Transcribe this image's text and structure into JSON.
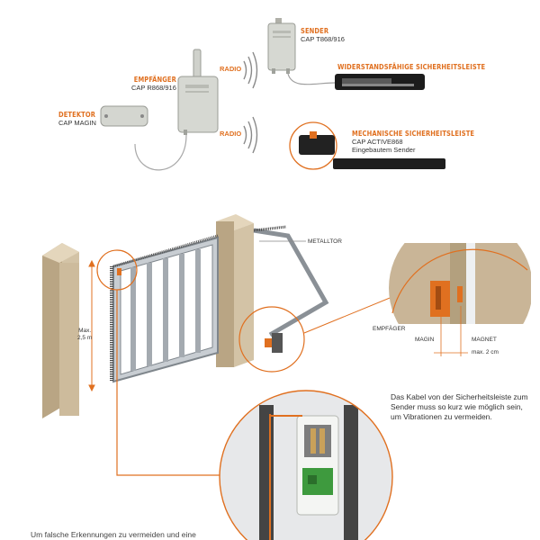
{
  "devices": {
    "sender": {
      "title": "SENDER",
      "model": "CAP T868/916"
    },
    "receiver": {
      "title": "EMPFÄNGER",
      "model": "CAP R868/916"
    },
    "detector": {
      "title": "DETEKTOR",
      "model": "CAP MAGIN"
    },
    "resistive_edge": {
      "title": "WIDERSTANDSFÄHIGE SICHERHEITSLEISTE"
    },
    "mechanical_edge": {
      "title": "MECHANISCHE SICHERHEITSLEISTE",
      "model": "CAP ACTIVE868",
      "subtitle": "Eingebautem Sender"
    },
    "radio_label": "RADIO"
  },
  "gate": {
    "label": "METALLTOR",
    "height_line1": "Max.",
    "height_line2": "2,5 m"
  },
  "detail": {
    "empfaenger": "EMPFÄGER",
    "magin": "MAGIN",
    "magnet": "MAGNET",
    "distance": "max. 2 cm"
  },
  "note": "Das Kabel von der Sicherheitsleiste zum Sender muss so kurz wie möglich sein, um Vibrationen zu vermeiden.",
  "bottom_text": "Um falsche Erkennungen zu vermeiden und eine",
  "colors": {
    "accent": "#e07020",
    "post": "#c9b597",
    "gate": "#9aa0a6"
  }
}
